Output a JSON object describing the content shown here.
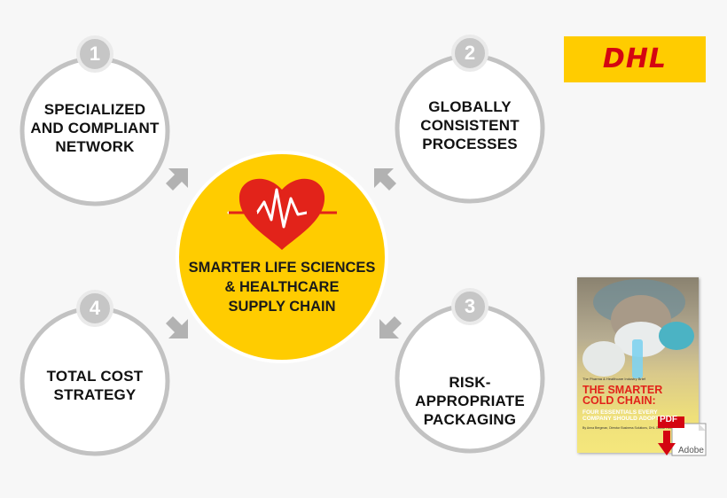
{
  "center": {
    "title_lines": [
      "SMARTER LIFE SCIENCES",
      "& HEALTHCARE",
      "SUPPLY CHAIN"
    ]
  },
  "nodes": [
    {
      "number": "1",
      "lines": [
        "SPECIALIZED",
        "AND COMPLIANT",
        "NETWORK"
      ]
    },
    {
      "number": "2",
      "lines": [
        "GLOBALLY",
        "CONSISTENT",
        "PROCESSES"
      ]
    },
    {
      "number": "3",
      "lines": [
        "RISK-APPROPRIATE",
        "PACKAGING"
      ]
    },
    {
      "number": "4",
      "lines": [
        "TOTAL COST",
        "STRATEGY"
      ]
    }
  ],
  "logo": {
    "text": "DHL"
  },
  "brochure": {
    "kicker": "The Pharma & Healthcare Industry Brief",
    "title_lines": [
      "THE SMARTER",
      "COLD CHAIN:"
    ],
    "subtitle_lines": [
      "FOUR ESSENTIALS EVERY",
      "COMPANY SHOULD ADOPT"
    ],
    "author": "By Anna Bergman, Director Business Solutions, DHL Global Forwarding",
    "badge": "PDF",
    "brand": "Adobe"
  },
  "colors": {
    "center_fill": "#ffcc00",
    "heart": "#e2231a",
    "ring": "#bfbfbf",
    "number_bubble": "#c4c4c4",
    "arrow": "#b0b0b0",
    "dhl_red": "#d40511",
    "dhl_yellow": "#ffcc00"
  },
  "icons": [
    "heartbeat-icon",
    "arrow-icon",
    "pdf-download-icon"
  ]
}
